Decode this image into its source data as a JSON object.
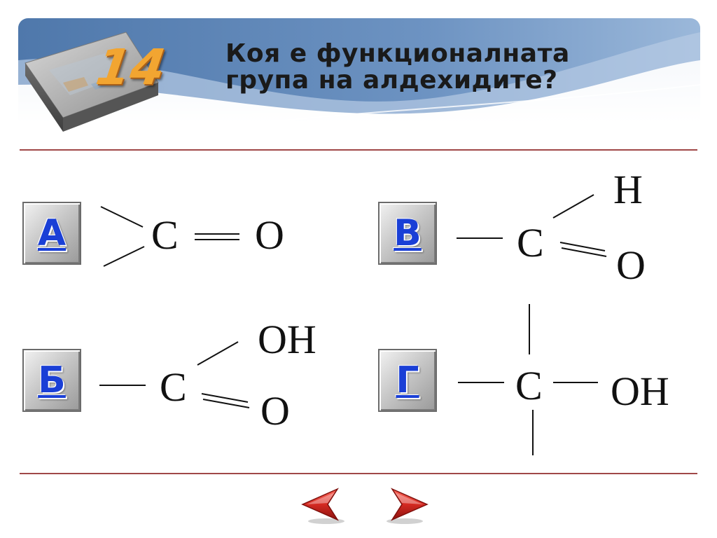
{
  "slide": {
    "number": "14",
    "question": "Коя е функционалната\nгрупа на алдехидите?"
  },
  "answers": {
    "a": {
      "label": "А",
      "atoms": {
        "c": "C",
        "o": "O"
      }
    },
    "b": {
      "label": "Б",
      "atoms": {
        "c": "C",
        "oh": "OH",
        "o": "O"
      }
    },
    "v": {
      "label": "В",
      "atoms": {
        "h": "H",
        "c": "C",
        "o": "O"
      }
    },
    "g": {
      "label": "Г",
      "atoms": {
        "c": "C",
        "oh": "OH"
      }
    }
  },
  "navigation": {
    "prev_icon": "left-arrow-icon",
    "next_icon": "right-arrow-icon"
  },
  "colors": {
    "accent": "#1a3fd6",
    "rule": "#a04848",
    "arrow": "#d42a22",
    "header_blue": "#5f86b6"
  }
}
